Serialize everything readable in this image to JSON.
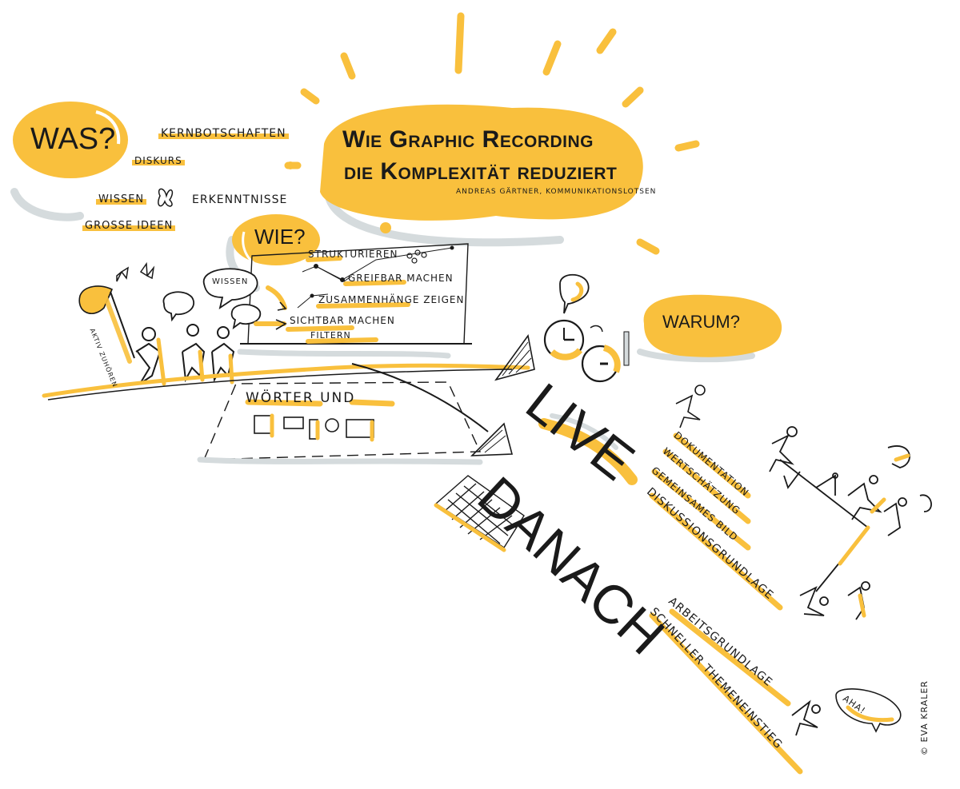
{
  "title": {
    "line1": "Wie Graphic Recording",
    "line2": "die Komplexität reduziert",
    "author": "Andreas Gärtner, Kommunikationslotsen"
  },
  "was_section": {
    "heading": "Was?",
    "items": [
      "Kernbotschaften",
      "Diskurs",
      "Wissen",
      "Erkenntnisse",
      "Grosse Ideen"
    ]
  },
  "wie_section": {
    "heading": "Wie?",
    "speech_bubble": "Wissen",
    "net_label": "Aktiv zuhören",
    "board_items": [
      "Strukturieren",
      "Greifbar machen",
      "Zusammenhänge zeigen",
      "Sichtbar machen",
      "Filtern"
    ],
    "lower_board": "Wörter und"
  },
  "warum_section": {
    "heading": "Warum?",
    "live": {
      "label": "Live",
      "items": [
        "Dokumentation",
        "Wertschätzung",
        "Gemeinsames Bild",
        "Diskussionsgrundlage"
      ]
    },
    "danach": {
      "label": "Danach",
      "items": [
        "Arbeitsgrundlage",
        "Schneller Themeneinstieg"
      ]
    },
    "aha_bubble": "Aha!"
  },
  "copyright": "© Eva Kraler",
  "colors": {
    "accent_yellow": "#F9C03D",
    "shadow_gray": "#D5DBDD",
    "ink": "#1a1a1a"
  }
}
